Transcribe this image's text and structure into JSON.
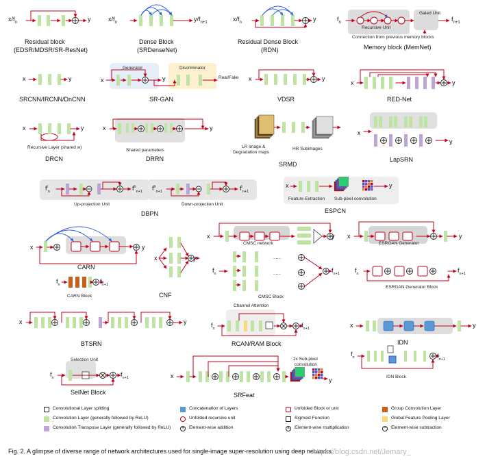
{
  "panels": {
    "residual": {
      "in": "x/f",
      "in_sub": "n",
      "out": "y",
      "title": "Residual block",
      "subtitle": "(EDSR/MDSR/SR-ResNet)"
    },
    "dense": {
      "in": "x/f",
      "in_sub": "n",
      "out": "y/f",
      "out_sub": "n+1",
      "title": "Dense Block",
      "subtitle": "(SRDenseNet)"
    },
    "rdn": {
      "in": "x/f",
      "in_sub": "n",
      "out": "y",
      "title": "Residual Dense Block",
      "subtitle": "(RDN)"
    },
    "memnet": {
      "in": "f",
      "in_sub": "n",
      "out": "f",
      "out_sub": "n+1",
      "recursive": "Recursive Unit",
      "gated": "Gated Unit",
      "conn": "Connection from previous memory blocks",
      "title": "Memory block (MemNet)"
    },
    "srcnn": {
      "in": "x",
      "out": "y",
      "title": "SRCNN/IRCNN/DnCNN"
    },
    "srgan": {
      "in": "x",
      "out": "y",
      "gen": "Generator",
      "disc": "Discriminator",
      "rf": "Real/Fake",
      "title": "SR-GAN"
    },
    "vdsr": {
      "in": "x",
      "out": "y",
      "title": "VDSR"
    },
    "rednet": {
      "in": "x",
      "out": "y",
      "title": "RED-Net"
    },
    "drcn": {
      "in": "x",
      "out": "y",
      "note": "Recursive Layer (shared w)",
      "title": "DRCN"
    },
    "drrn": {
      "in": "x",
      "out": "y",
      "note": "Shared parameters",
      "title": "DRRN"
    },
    "srmd": {
      "lr": "LR Image &",
      "lr2": "Degradation maps",
      "hr": "HR Subimages",
      "title": "SRMD"
    },
    "lapsrn": {
      "in": "x",
      "out": "y",
      "title": "LapSRN"
    },
    "dbpn": {
      "up_in": "f",
      "up_in_sup": "l",
      "up_in_sub": "n",
      "up_out": "f",
      "up_out_sup": "h",
      "up_out_sub": "n+1",
      "up": "Up-projection Unit",
      "down_in": "f",
      "down_in_sup": "h",
      "down_in_sub": "n+1",
      "down_out": "f",
      "down_out_sup": "l",
      "down_out_sub": "n+1",
      "down": "Down-projection Unit",
      "title": "DBPN"
    },
    "espcn": {
      "in": "x",
      "out": "y",
      "fe": "Feature Extraction",
      "sp": "Sub-pixel convolution",
      "title": "ESPCN"
    },
    "carn": {
      "in": "x",
      "out": "y",
      "title": "CARN",
      "block_in": "f",
      "block_in_sub": "n",
      "block_out": "f",
      "block_out_sub": "n+1",
      "block": "CARN Block"
    },
    "cnf": {
      "in": "x",
      "out": "y",
      "title": "CNF"
    },
    "cmsc": {
      "in": "x",
      "out": "y",
      "net": "CMSC network",
      "block_in": "f",
      "block_in_sub": "n",
      "block_out": "f",
      "block_out_sub": "n+1",
      "dots": "......",
      "block": "CMSC Block"
    },
    "esrgan": {
      "in": "x",
      "out": "y",
      "gen": "ESRGAN Generator",
      "block_in": "f",
      "block_in_sub": "n",
      "block_out": "f",
      "block_out_sub": "n+1",
      "block": "ESRGAN Generator Block"
    },
    "btsrn": {
      "in": "x",
      "out": "y",
      "title": "BTSRN"
    },
    "rcan": {
      "att": "Channel Attention",
      "in": "f",
      "in_sub": "n",
      "out": "f",
      "out_sub": "n+1",
      "title": "RCAN/RAM Block"
    },
    "idn": {
      "in": "x",
      "out": "y",
      "title": "IDN",
      "block_in": "f",
      "block_in_sub": "n",
      "block_out": "f",
      "block_out_sub": "n+1",
      "block": "IDN Block"
    },
    "selnet": {
      "in": "f",
      "in_sub": "n",
      "out": "f",
      "out_sub": "n+1",
      "unit": "Selection Unit",
      "title": "SelNet Block"
    },
    "srfeat": {
      "in": "x",
      "out": "y",
      "conv": "2x Sub-pixel",
      "conv2": "convolution",
      "title": "SRFeat"
    }
  },
  "legend": [
    {
      "icon": "split",
      "label": "Convolutional Layer splitting"
    },
    {
      "icon": "cube",
      "label": "Concatenation of Layers"
    },
    {
      "icon": "unfolded",
      "label": "Unfolded Block or unit"
    },
    {
      "icon": "group",
      "label": "Group Convolution Layer"
    },
    {
      "icon": "conv",
      "label": "Convolution Layer (generally followed by ReLU)"
    },
    {
      "icon": "recursive",
      "label": "Unfolded recursive unit"
    },
    {
      "icon": "sigmoid",
      "label": "Sigmoid Function"
    },
    {
      "icon": "gpool",
      "label": "Global Feature Pooling Layer"
    },
    {
      "icon": "tconv",
      "label": "Convolution Transpose Layer (generally followed by ReLU)"
    },
    {
      "icon": "add",
      "label": "Element-wise addition"
    },
    {
      "icon": "mul",
      "label": "Element-wise multiplication"
    },
    {
      "icon": "sub",
      "label": "Element-wise subtraction"
    }
  ],
  "colors": {
    "conv": "#bfe3a3",
    "tconv": "#bfa4d6",
    "group": "#c8601a",
    "gpool": "#f7d87a",
    "arrow": "#c0001a",
    "arc": "#2a5bd7",
    "panel": "#dcdcdc",
    "unit": "#c0001a"
  },
  "caption": "Fig. 2. A glimpse of diverse range of network architectures used for single-image super-resolution using deep networks.",
  "watermark": "https://blog.csdn.net/Jemary_"
}
